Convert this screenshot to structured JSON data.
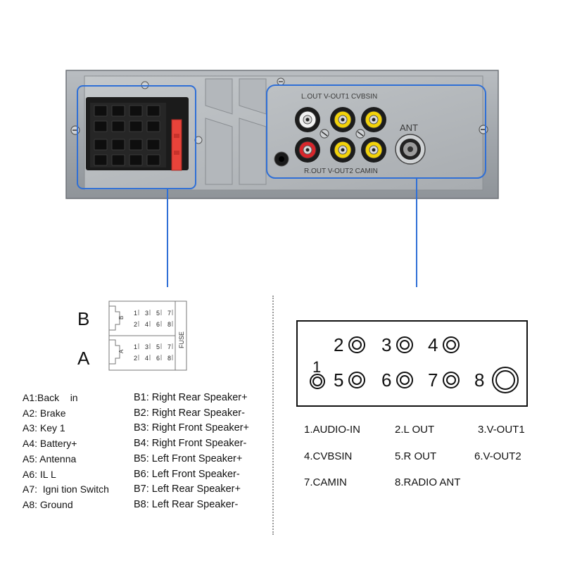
{
  "panel": {
    "top_labels": "L.OUT  V-OUT1  CVBSIN",
    "bottom_labels": "R.OUT  V-OUT2  CAMIN",
    "ant_label": "ANT"
  },
  "connector": {
    "row_b_label": "B",
    "row_a_label": "A",
    "fuse_label": "FUSE",
    "row_b_pins": [
      "B",
      "1",
      "3",
      "5",
      "7",
      "2",
      "4",
      "6",
      "8"
    ],
    "row_a_pins": [
      "A",
      "1",
      "3",
      "5",
      "7",
      "2",
      "4",
      "6",
      "8"
    ]
  },
  "pins_a": [
    "A1:Back    in",
    "A2: Brake",
    "A3: Key 1",
    "A4: Battery+",
    "A5: Antenna",
    "A6: IL L",
    "A7:  Igni tion Switch",
    "A8: Ground"
  ],
  "pins_b": [
    "B1: Right Rear Speaker+",
    "B2: Right Rear Speaker-",
    "B3: Right Front Speaker+",
    "B4: Right Front Speaker-",
    "B5: Left Front Speaker+",
    "B6: Left Front Speaker-",
    "B7: Left Rear Speaker+",
    "B8: Left Rear Speaker-"
  ],
  "ports": {
    "p1": "1",
    "p2": "2",
    "p3": "3",
    "p4": "4",
    "p5": "5",
    "p6": "6",
    "p7": "7",
    "p8": "8"
  },
  "legend": [
    "1.AUDIO-IN",
    "2.L OUT",
    "3.V-OUT1",
    "4.CVBSIN",
    "5.R OUT",
    "6.V-OUT2",
    "7.CAMIN",
    "8.RADIO ANT"
  ],
  "colors": {
    "panel": "#9ea3a8",
    "highlight": "#2f6fd6",
    "rca_yellow": "#f2d20a",
    "rca_red": "#d8262b",
    "rca_white": "#f2f2f2",
    "fuse": "#e8433a"
  }
}
